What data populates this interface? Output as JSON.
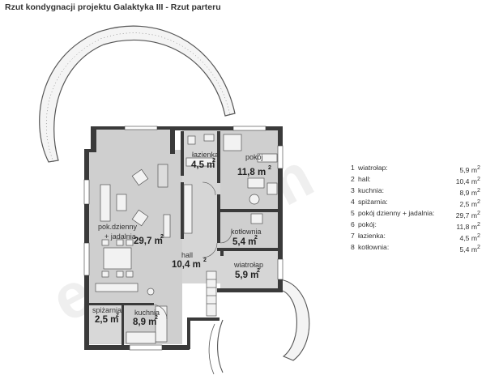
{
  "title": "Rzut kondygnacji projektu Galaktyka III - Rzut parteru",
  "watermark": "extradom",
  "rooms": [
    {
      "id": "pokoj_dzienny",
      "name_line1": "pok.dzienny",
      "name_line2": "+ jadalnia",
      "area": "29,7 m",
      "sup": "2"
    },
    {
      "id": "hall",
      "name_line1": "hall",
      "area": "10,4 m",
      "sup": "2"
    },
    {
      "id": "lazienka",
      "name_line1": "łazienka",
      "area": "4,5 m",
      "sup": "2"
    },
    {
      "id": "pokoj",
      "name_line1": "pokój",
      "area": "11,8 m",
      "sup": "2"
    },
    {
      "id": "kotlownia",
      "name_line1": "kotłownia",
      "area": "5,4 m",
      "sup": "2"
    },
    {
      "id": "wiatrolap",
      "name_line1": "wiatrołap",
      "area": "5,9 m",
      "sup": "2"
    },
    {
      "id": "spizarnia",
      "name_line1": "spiżarnia",
      "area": "2,5 m",
      "sup": "2"
    },
    {
      "id": "kuchnia",
      "name_line1": "kuchnia",
      "area": "8,9 m",
      "sup": "2"
    }
  ],
  "legend": [
    {
      "num": "1",
      "name": "wiatrołap:",
      "area": "5,9 m",
      "sup": "2"
    },
    {
      "num": "2",
      "name": "hall:",
      "area": "10,4 m",
      "sup": "2"
    },
    {
      "num": "3",
      "name": "kuchnia:",
      "area": "8,9 m",
      "sup": "2"
    },
    {
      "num": "4",
      "name": "spiżarnia:",
      "area": "2,5 m",
      "sup": "2"
    },
    {
      "num": "5",
      "name": "pokój dzienny + jadalnia:",
      "area": "29,7 m",
      "sup": "2"
    },
    {
      "num": "6",
      "name": "pokój:",
      "area": "11,8 m",
      "sup": "2"
    },
    {
      "num": "7",
      "name": "łazienka:",
      "area": "4,5 m",
      "sup": "2"
    },
    {
      "num": "8",
      "name": "kotłownia:",
      "area": "5,4 m",
      "sup": "2"
    }
  ],
  "colors": {
    "wall": "#3a3a3a",
    "floor": "#cfcfcf",
    "floor_light": "#e2e2e2",
    "terrace": "#ffffff"
  }
}
